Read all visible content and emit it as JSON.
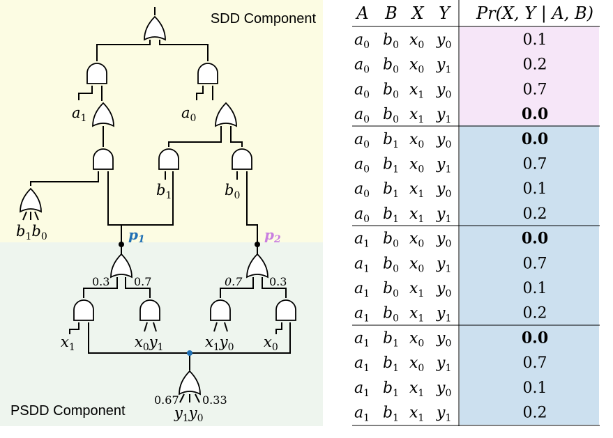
{
  "diagram": {
    "sdd_label": "SDD Component",
    "psdd_label": "PSDD Component",
    "colors": {
      "sdd_bg": "#fcfce3",
      "psdd_bg": "#eef5ee",
      "p1": "#1f6fb4",
      "p2": "#c97fe0",
      "node": "#000000"
    },
    "literals": {
      "a1": "a",
      "a1_sub": "1",
      "a0": "a",
      "a0_sub": "0",
      "b1_mid": "b",
      "b1_mid_sub": "1",
      "b0_mid": "b",
      "b0_mid_sub": "0",
      "b1_low": "b",
      "b1_low_sub": "1",
      "b0_low": "b",
      "b0_low_sub": "0",
      "x1_left": "x",
      "x1_left_sub": "1",
      "x0_mid": "x",
      "x0_mid_sub": "0",
      "y1_mid": "y",
      "y1_mid_sub": "1",
      "x1_mid": "x",
      "x1_mid_sub": "1",
      "y0_mid": "y",
      "y0_mid_sub": "0",
      "x0_right": "x",
      "x0_right_sub": "0",
      "y1_bot": "y",
      "y1_bot_sub": "1",
      "y0_bot": "y",
      "y0_bot_sub": "0"
    },
    "parameters": {
      "p1": "p",
      "p1_sub": "1",
      "p2": "p",
      "p2_sub": "2"
    },
    "weights": {
      "left_or_left": "0.3",
      "left_or_right": "0.7",
      "right_or_left": "0.7",
      "right_or_right": "0.3",
      "bottom_or_left": "0.67",
      "bottom_or_right": "0.33"
    }
  },
  "table": {
    "headers": {
      "A": "A",
      "B": "B",
      "X": "X",
      "Y": "Y",
      "prob": "Pr(X, Y | A, B)"
    },
    "colors": {
      "group1": "#f6e6f8",
      "group2": "#cce0ef"
    },
    "rows": [
      {
        "a": "0",
        "b": "0",
        "x": "0",
        "y": "0",
        "p": "0.1",
        "bold": false
      },
      {
        "a": "0",
        "b": "0",
        "x": "0",
        "y": "1",
        "p": "0.2",
        "bold": false
      },
      {
        "a": "0",
        "b": "0",
        "x": "1",
        "y": "0",
        "p": "0.7",
        "bold": false
      },
      {
        "a": "0",
        "b": "0",
        "x": "1",
        "y": "1",
        "p": "0.0",
        "bold": true
      },
      {
        "a": "0",
        "b": "1",
        "x": "0",
        "y": "0",
        "p": "0.0",
        "bold": true
      },
      {
        "a": "0",
        "b": "1",
        "x": "0",
        "y": "1",
        "p": "0.7",
        "bold": false
      },
      {
        "a": "0",
        "b": "1",
        "x": "1",
        "y": "0",
        "p": "0.1",
        "bold": false
      },
      {
        "a": "0",
        "b": "1",
        "x": "1",
        "y": "1",
        "p": "0.2",
        "bold": false
      },
      {
        "a": "1",
        "b": "0",
        "x": "0",
        "y": "0",
        "p": "0.0",
        "bold": true
      },
      {
        "a": "1",
        "b": "0",
        "x": "0",
        "y": "1",
        "p": "0.7",
        "bold": false
      },
      {
        "a": "1",
        "b": "0",
        "x": "1",
        "y": "0",
        "p": "0.1",
        "bold": false
      },
      {
        "a": "1",
        "b": "0",
        "x": "1",
        "y": "1",
        "p": "0.2",
        "bold": false
      },
      {
        "a": "1",
        "b": "1",
        "x": "0",
        "y": "0",
        "p": "0.0",
        "bold": true
      },
      {
        "a": "1",
        "b": "1",
        "x": "0",
        "y": "1",
        "p": "0.7",
        "bold": false
      },
      {
        "a": "1",
        "b": "1",
        "x": "1",
        "y": "0",
        "p": "0.1",
        "bold": false
      },
      {
        "a": "1",
        "b": "1",
        "x": "1",
        "y": "1",
        "p": "0.2",
        "bold": false
      }
    ]
  }
}
